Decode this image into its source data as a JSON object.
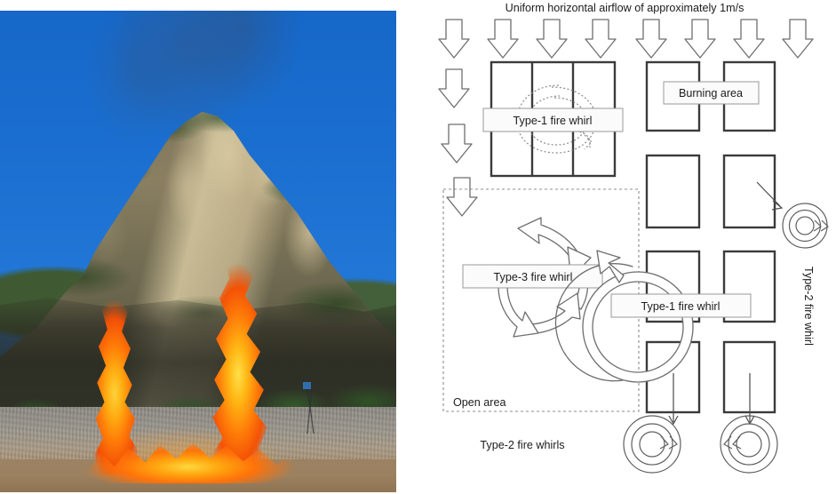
{
  "figure": {
    "left_photo": {
      "name": "field-experiment-photo",
      "description": "Outdoor fire whirl field experiment: two tall orange fire whirls burning in front of a rocky vegetated mountain under a clear deep blue sky",
      "sky_color": "#1b6fd0",
      "flame_color": "#ff7a08",
      "rock_color": "#8a7f61",
      "vegetation_color": "#2f5226",
      "ground_color": "#a8906f"
    },
    "right_diagram": {
      "name": "fire-whirl-schematic",
      "title": "Uniform horizontal airflow of approximately 1m/s",
      "labels": {
        "burning_area": "Burning area",
        "type1_top": "Type-1 fire whirl",
        "type1_right": "Type-1 fire whirl",
        "type3": "Type-3 fire whirl",
        "type2_vertical": "Type-2 fire whirl",
        "type2_bottom": "Type-2 fire whirls",
        "open_area": "Open area"
      },
      "airflow_arrow_count": 8,
      "side_arrow_count": 3,
      "colors": {
        "stroke": "#3b3b3b",
        "thin_stroke": "#6e6e6e",
        "label_fill": "#fbfbfb",
        "label_stroke": "#9a9a9a",
        "dashed": "#8d8d8d"
      }
    }
  }
}
